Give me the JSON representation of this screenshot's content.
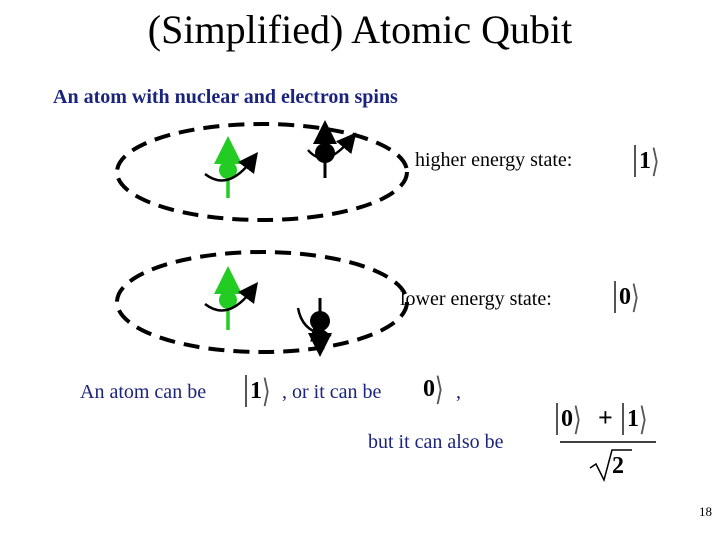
{
  "slide": {
    "title": "(Simplified) Atomic Qubit",
    "subtitle": "An atom with nuclear and electron spins",
    "page_number": "18"
  },
  "states": {
    "higher_label": "higher energy state:",
    "higher_ket": "1",
    "lower_label": "lower energy state:",
    "lower_ket": "0"
  },
  "bottom": {
    "atom_can_be": "An atom can be",
    "ket_one": "1",
    "or_it_can_be": ", or it can be",
    "ket_zero": "0",
    "comma": ",",
    "but_also": "but it can also be",
    "superposition": {
      "ket_a": "0",
      "plus": "+",
      "ket_b": "1",
      "denominator": "2"
    }
  },
  "colors": {
    "nucleus": "#22cc22",
    "electron": "#000000",
    "text_blue": "#1a237e"
  }
}
